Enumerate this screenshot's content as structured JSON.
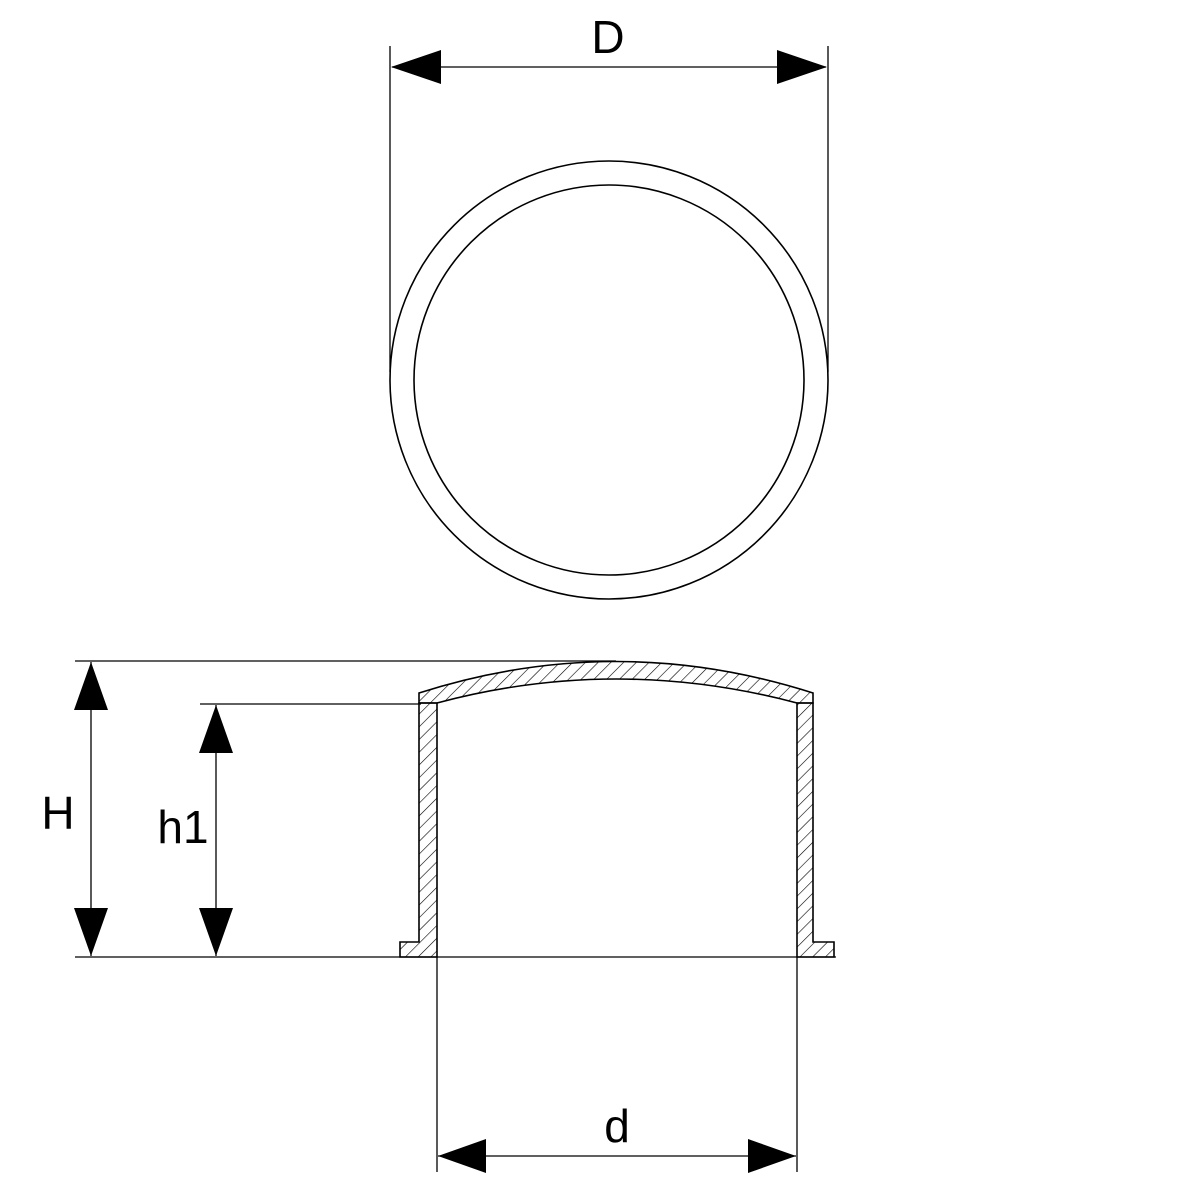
{
  "labels": {
    "outer_diameter": "D",
    "inner_diameter": "d",
    "total_height": "H",
    "inner_height": "h1"
  }
}
